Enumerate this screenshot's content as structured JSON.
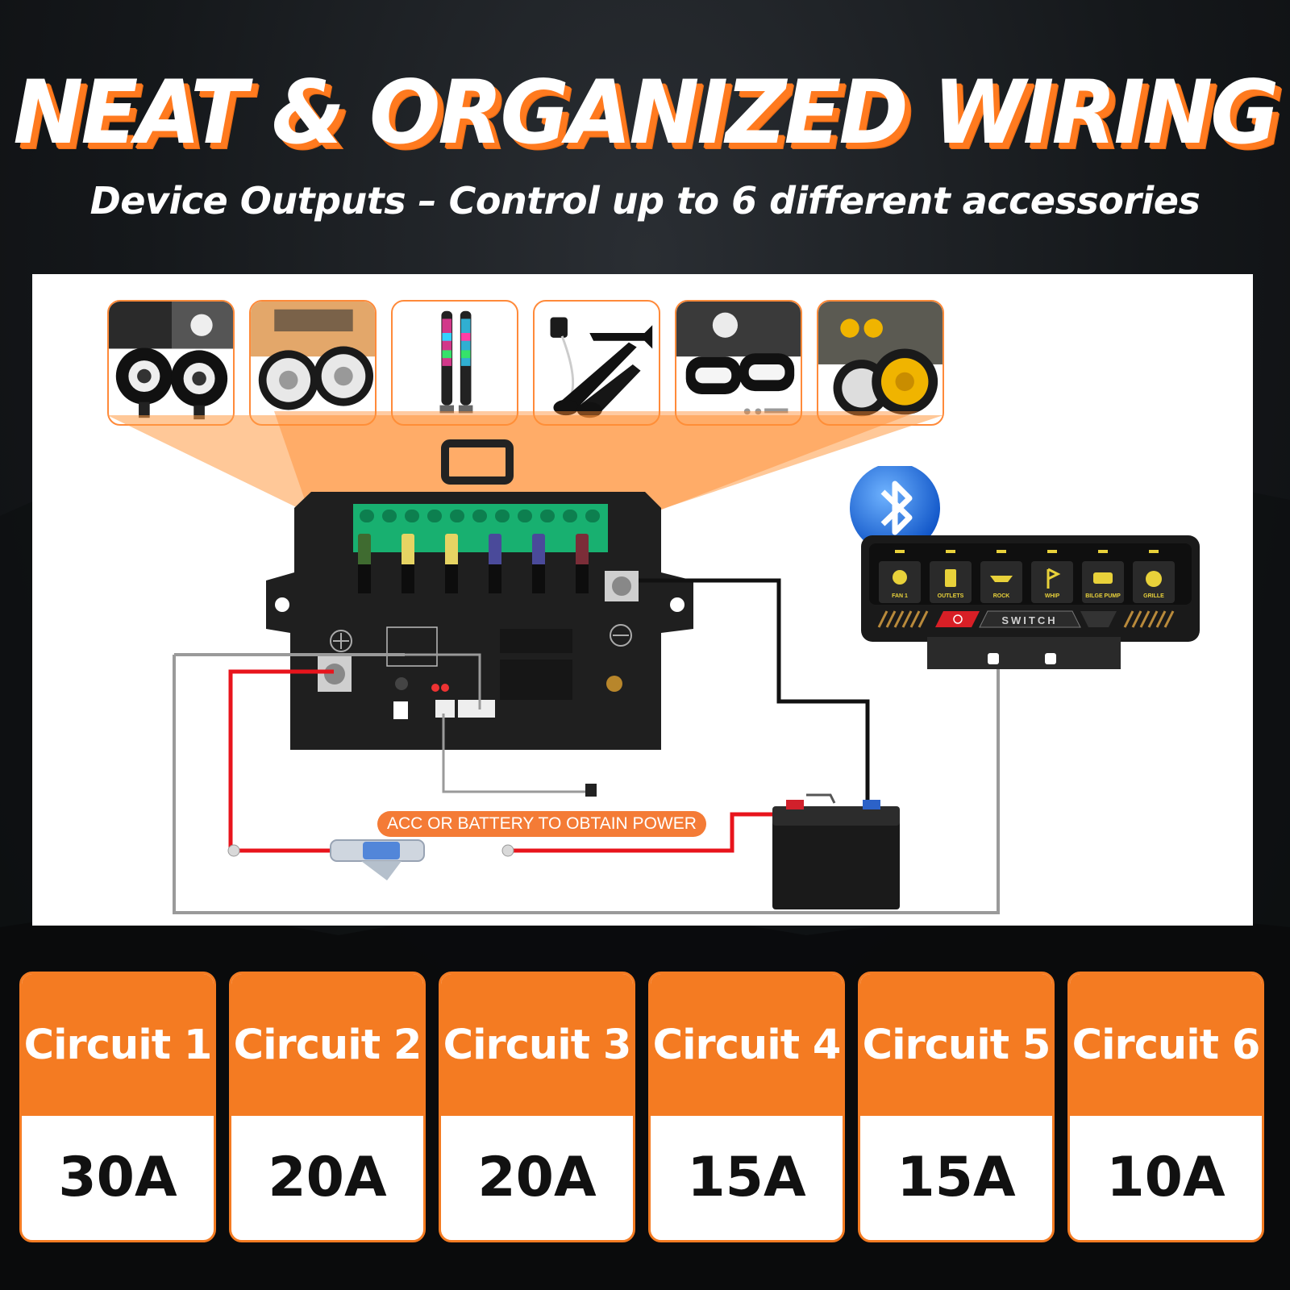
{
  "title": "NEAT & ORGANIZED WIRING",
  "subtitle": "Device Outputs – Control up to 6 different accessories",
  "diagram": {
    "power_label": "ACC OR BATTERY TO OBTAIN POWER",
    "switch_panel": {
      "brand": "SWITCH",
      "buttons": [
        "FAN 1",
        "OUTLETS",
        "ROCK",
        "WHIP",
        "BILGE PUMP",
        "GRILLE"
      ]
    },
    "accessories": [
      "pod-lights",
      "round-lights",
      "whip-lights",
      "air-horn",
      "led-pods",
      "fog-lights"
    ]
  },
  "circuits": [
    {
      "name": "Circuit 1",
      "rating": "30A"
    },
    {
      "name": "Circuit 2",
      "rating": "20A"
    },
    {
      "name": "Circuit 3",
      "rating": "20A"
    },
    {
      "name": "Circuit 4",
      "rating": "15A"
    },
    {
      "name": "Circuit 5",
      "rating": "15A"
    },
    {
      "name": "Circuit 6",
      "rating": "10A"
    }
  ],
  "colors": {
    "accent": "#f47b22",
    "background": "#15181b",
    "positive_wire": "#e8141c",
    "negative_wire": "#111111",
    "switch_text": "#e8d13a"
  }
}
